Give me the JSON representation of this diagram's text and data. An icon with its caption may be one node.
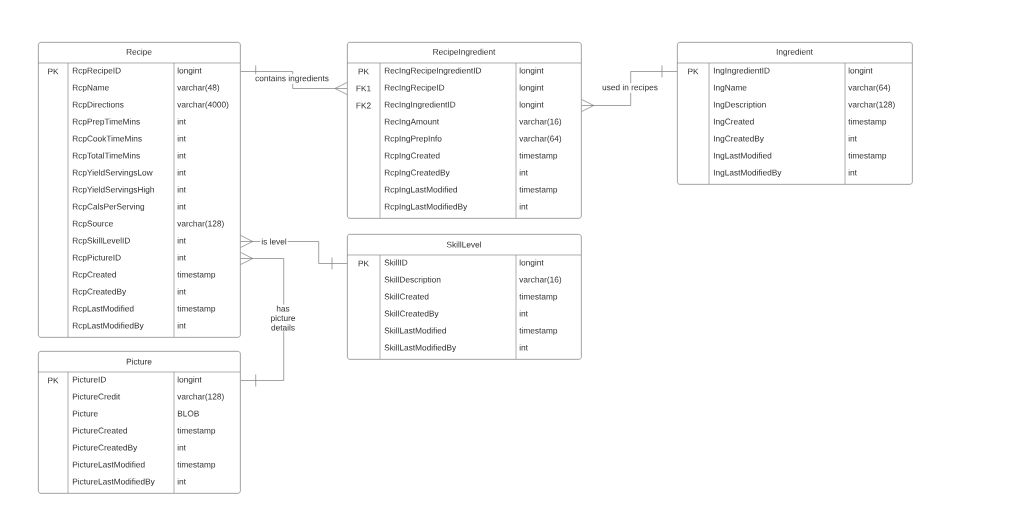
{
  "diagram": {
    "nodes": [
      {
        "text": [
          "Recipe",
          "PK",
          "RcpRecipeID",
          "longint",
          "RcpName",
          "varchar(48)",
          "RcpDirections",
          "varchar(4000)",
          "RcpPrepTimeMins",
          "int",
          "RcpCookTimeMins",
          "int",
          "RcpTotalTimeMins",
          "int",
          "RcpYieldServingsLow",
          "int",
          "RcpYieldServingsHigh",
          "int",
          "RcpCalsPerServing",
          "int",
          "RcpSource",
          "varchar(128)",
          "RcpSkillLevelID",
          "int",
          "RcpPictureID",
          "int",
          "RcpCreated",
          "timestamp",
          "RcpCreatedBy",
          "int",
          "RcpLastModified",
          "timestamp",
          "RcpLastModifiedBy",
          "int"
        ]
      },
      {
        "text": [
          "RecipeIngredient",
          "PK",
          "RecIngRecipeIngredientID",
          "longint",
          "FK1",
          "RecIngRecipeID",
          "longint",
          "FK2",
          "RecIngIngredientID",
          "longint",
          "RecIngAmount",
          "varchar(16)",
          "RcpIngPrepInfo",
          "varchar(64)",
          "RcpIngCreated",
          "timestamp",
          "RcpIngCreatedBy",
          "int",
          "RcpIngLastModified",
          "timestamp",
          "RcpIngLastModifiedBy",
          "int"
        ]
      },
      {
        "text": [
          "Ingredient",
          "PK",
          "IngIngredientID",
          "longint",
          "IngName",
          "varchar(64)",
          "IngDescription",
          "varchar(128)",
          "IngCreated",
          "timestamp",
          "IngCreatedBy",
          "int",
          "IngLastModified",
          "timestamp",
          "IngLastModifiedBy",
          "int"
        ]
      },
      {
        "text": [
          "SkillLevel",
          "PK",
          "SkillID",
          "longint",
          "SkillDescription",
          "varchar(16)",
          "SkillCreated",
          "timestamp",
          "SkillCreatedBy",
          "int",
          "SkillLastModified",
          "timestamp",
          "SkillLastModifiedBy",
          "int"
        ]
      },
      {
        "text": [
          "Picture",
          "PK",
          "PictureID",
          "longint",
          "PictureCredit",
          "varchar(128)",
          "Picture",
          "BLOB",
          "PictureCreated",
          "timestamp",
          "PictureCreatedBy",
          "int",
          "PictureLastModified",
          "timestamp",
          "PictureLastModifiedBy",
          "int"
        ]
      }
    ],
    "edges": [
      {
        "from": 0,
        "to": 1,
        "arrow": "other",
        "label": "contains ingredients"
      },
      {
        "from": 1,
        "to": 2,
        "arrow": "other",
        "label": "used in recipes"
      },
      {
        "from": 0,
        "to": 3,
        "arrow": "other",
        "label": "is level"
      },
      {
        "from": 0,
        "to": 4,
        "arrow": "other",
        "label": "has picture details"
      }
    ]
  }
}
